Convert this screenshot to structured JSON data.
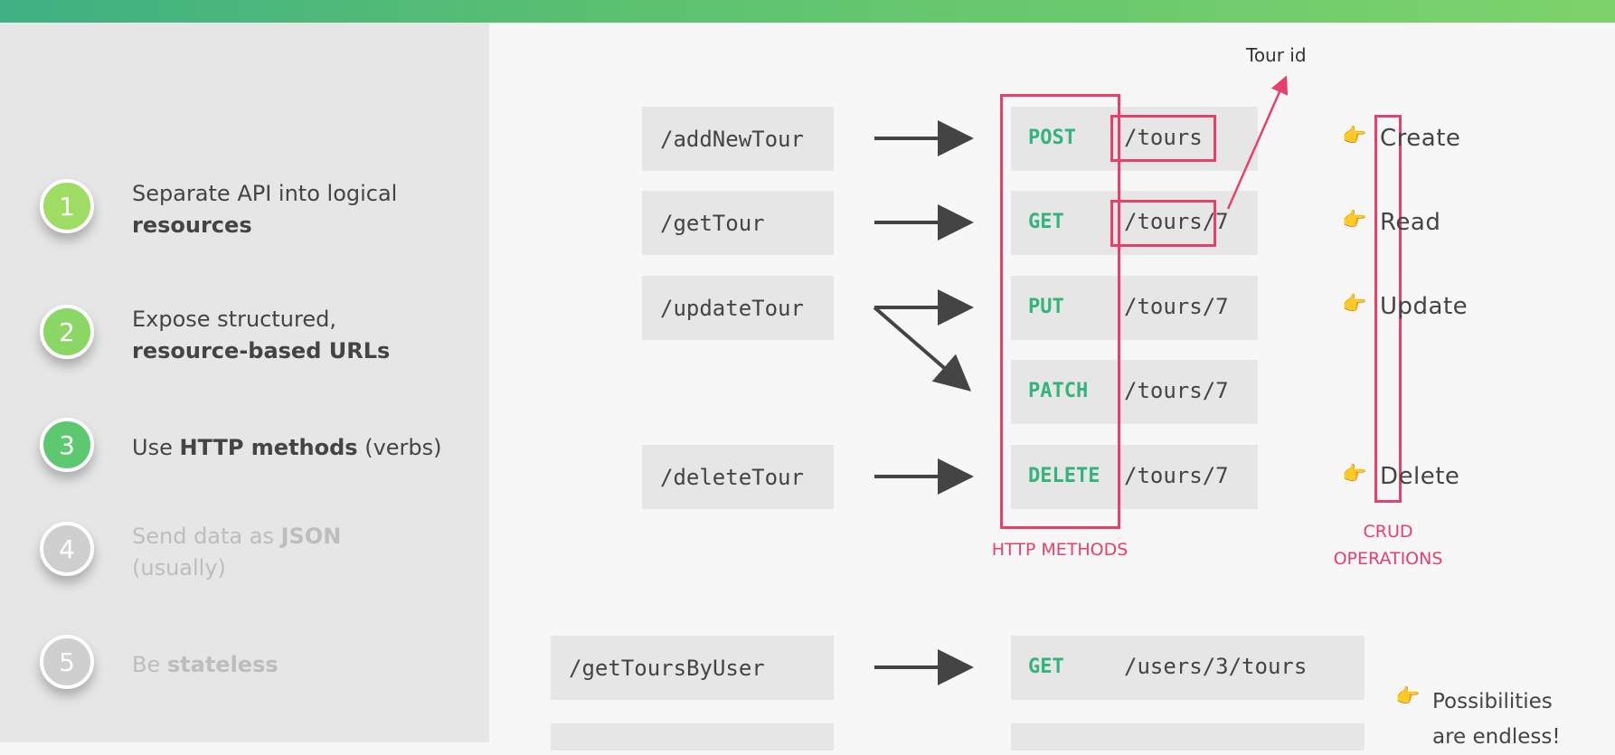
{
  "steps": [
    {
      "number": "1",
      "line1": "Separate API into logical",
      "line2_bold": "resources",
      "color": "#9fdc63",
      "dim": false
    },
    {
      "number": "2",
      "line1": "Expose structured,",
      "line2_bold": "resource-based URLs",
      "color": "#8ad766",
      "dim": false
    },
    {
      "number": "3",
      "pre": "Use ",
      "bold": "HTTP methods",
      "post": " (verbs)",
      "color": "#5cc870",
      "dim": false
    },
    {
      "number": "4",
      "pre": "Send data as ",
      "bold": "JSON",
      "line2": "(usually)",
      "color": "#cfcfcf",
      "dim": true
    },
    {
      "number": "5",
      "pre": "Be ",
      "bold": "stateless",
      "color": "#cfcfcf",
      "dim": true
    }
  ],
  "old_endpoints": [
    "/addNewTour",
    "/getTour",
    "/updateTour",
    "/deleteTour",
    "/getToursByUser"
  ],
  "methods": [
    {
      "verb": "POST",
      "path": "/tours"
    },
    {
      "verb": "GET",
      "path": "/tours/7"
    },
    {
      "verb": "PUT",
      "path": "/tours/7"
    },
    {
      "verb": "PATCH",
      "path": "/tours/7"
    },
    {
      "verb": "DELETE",
      "path": "/tours/7"
    },
    {
      "verb": "GET",
      "path": "/users/3/tours"
    }
  ],
  "crud": [
    "Create",
    "Read",
    "Update",
    "Delete"
  ],
  "hand_icon": "pointing-hand-icon",
  "labels": {
    "http_methods": "HTTP METHODS",
    "crud_line1": "CRUD",
    "crud_line2": "OPERATIONS",
    "tour_id": "Tour id",
    "possibilities_line1": "Possibilities",
    "possibilities_line2": "are endless!"
  },
  "colors": {
    "accent": "#e8406b",
    "verb": "#32b47c",
    "gradient_start": "#3fb083",
    "gradient_end": "#7dd36b"
  }
}
